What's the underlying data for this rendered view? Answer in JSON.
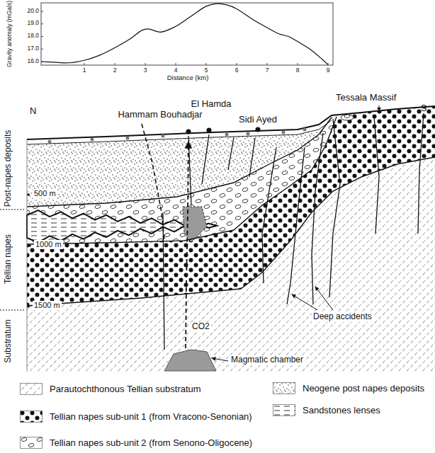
{
  "diagram": {
    "labels": [
      "20.0",
      "19.0",
      "18.0",
      "17.0",
      "16.0",
      "Gravity anomaly (mGals)",
      "1",
      "2",
      "3",
      "4",
      "5",
      "6",
      "7",
      "8",
      "9",
      "Distance (km)",
      "N",
      "S",
      "Tessala Massif",
      "Hammam Bouhadjar",
      "El Hamda",
      "Sidi Ayed",
      "Post-napes deposits",
      "Tellian napes",
      "Substratum",
      "500 m",
      "1000 m",
      "1500 m",
      "Deep accidents",
      "CO2",
      "Magmatic chamber"
    ],
    "legend": [
      {
        "text": "Parautochthonous Tellian substratum"
      },
      {
        "text": "Tellian napes sub-unit 1 (from Vracono-Senonian)"
      },
      {
        "text": "Tellian napes sub-unit 2 (from Senono-Oligocene)"
      },
      {
        "text": "Neogene post napes deposits"
      },
      {
        "text": "Sandstones lenses"
      }
    ]
  }
}
